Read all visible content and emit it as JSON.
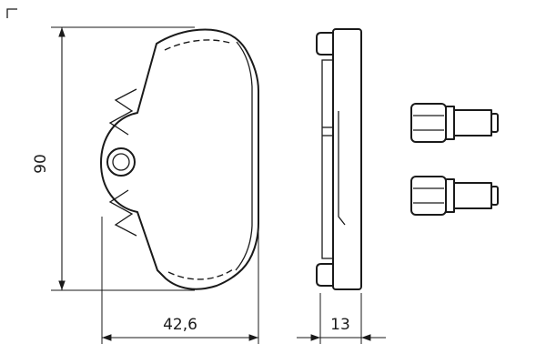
{
  "drawing": {
    "title": "brake-pad-technical-drawing",
    "dimensions": {
      "height": "90",
      "width": "42,6",
      "thickness": "13"
    },
    "colors": {
      "line": "#1a1a1a",
      "background": "#ffffff"
    }
  }
}
